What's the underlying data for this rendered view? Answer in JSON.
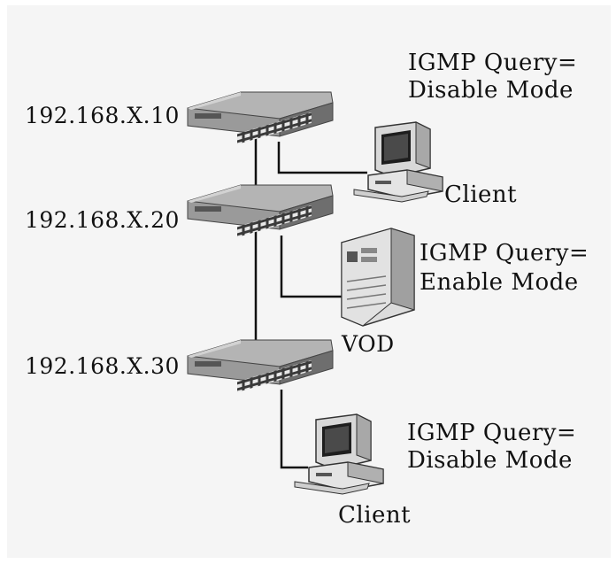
{
  "switches": [
    {
      "ip": "192.168.X.10"
    },
    {
      "ip": "192.168.X.20"
    },
    {
      "ip": "192.168.X.30"
    }
  ],
  "nodes": {
    "client_top": {
      "label": "Client"
    },
    "vod_server": {
      "label": "VOD"
    },
    "client_bottom": {
      "label": "Client"
    }
  },
  "igmp_notes": [
    {
      "line1": "IGMP Query=",
      "line2": "Disable Mode"
    },
    {
      "line1": "IGMP Query=",
      "line2": "Enable Mode"
    },
    {
      "line1": "IGMP Query=",
      "line2": "Disable Mode"
    }
  ],
  "colors": {
    "switch_top": "#b4b4b4",
    "switch_side": "#6e6e6e",
    "device_body": "#d8d8d8",
    "screen": "#1e1e1e",
    "cable": "#111111"
  }
}
